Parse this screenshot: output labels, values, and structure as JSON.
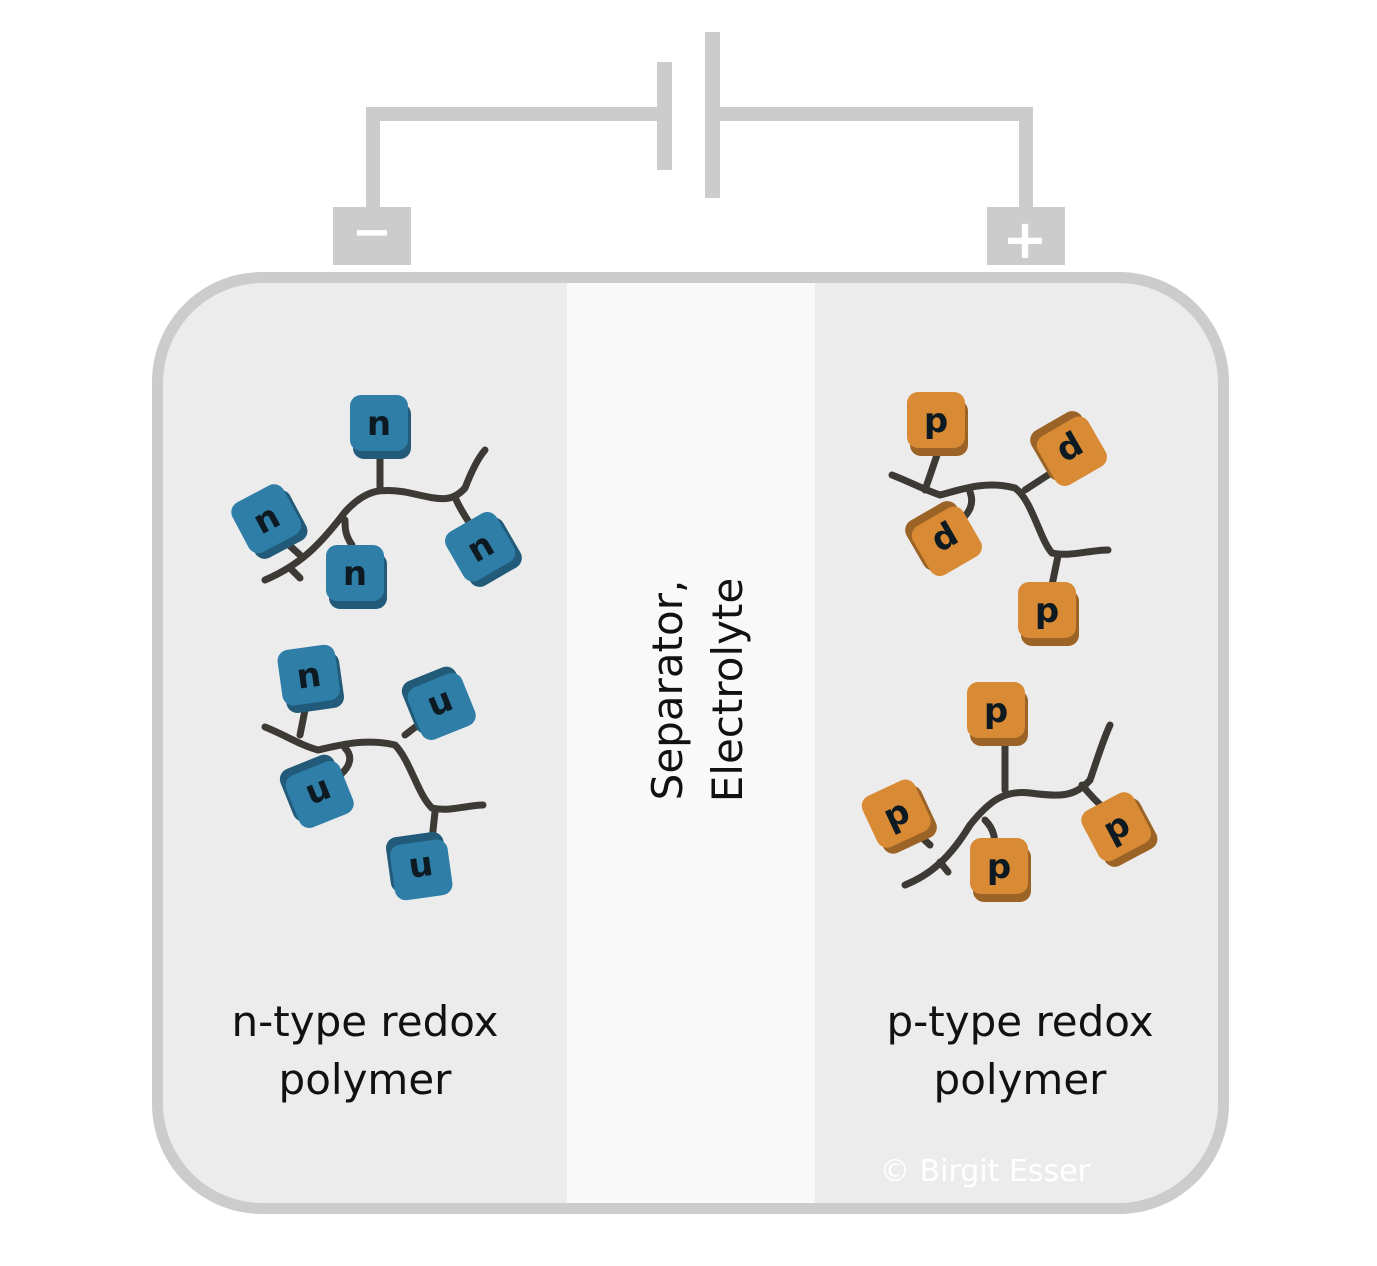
{
  "battery": {
    "negative_terminal": "−",
    "positive_terminal": "+"
  },
  "left": {
    "label_line1": "n-type redox",
    "label_line2": "polymer",
    "tile_letter": "n",
    "tile_color": "#2e7ea8"
  },
  "middle": {
    "label_line1": "Separator,",
    "label_line2": "Electrolyte"
  },
  "right": {
    "label_line1": "p-type redox",
    "label_line2": "polymer",
    "tile_letter": "p",
    "tile_color": "#d98a35"
  },
  "copyright": "© Birgit Esser",
  "colors": {
    "wire": "#cccccc",
    "chain": "#3d3a35",
    "compartment": "#ececec",
    "separator": "#f9f9f9"
  }
}
